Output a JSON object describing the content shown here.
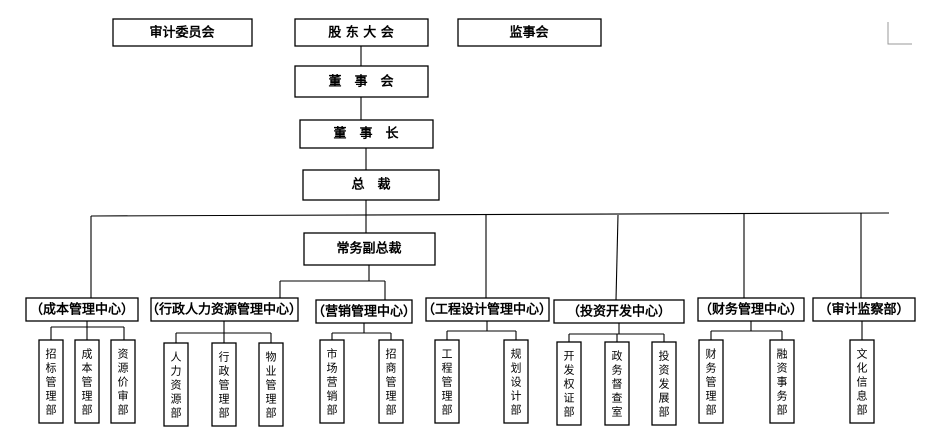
{
  "top": {
    "audit_committee": "审计委员会",
    "shareholders": "股 东 大 会",
    "supervisory_board": "监事会"
  },
  "chain": {
    "board": "董　事　会",
    "chairman": "董　事　长",
    "president": "总　裁",
    "executive_vp": "常务副总裁"
  },
  "centers": [
    {
      "name": "（成本管理中心）",
      "departments": [
        "招标管理部",
        "成本管理部",
        "资源价审部"
      ]
    },
    {
      "name": "（行政人力资源管理中心）",
      "departments": [
        "人力资源部",
        "行政管理部",
        "物业管理部"
      ]
    },
    {
      "name": "（营销管理中心）",
      "departments": [
        "市场营销部",
        "招商管理部"
      ]
    },
    {
      "name": "（工程设计管理中心）",
      "departments": [
        "工程管理部",
        "规划设计部"
      ]
    },
    {
      "name": "（投资开发中心）",
      "departments": [
        "开发权证部",
        "政务督查室",
        "投资发展部"
      ]
    },
    {
      "name": "（财务管理中心）",
      "departments": [
        "财务管理部",
        "融资事务部"
      ]
    },
    {
      "name": "（审计监察部）",
      "departments": [
        "文化信息部"
      ]
    }
  ]
}
